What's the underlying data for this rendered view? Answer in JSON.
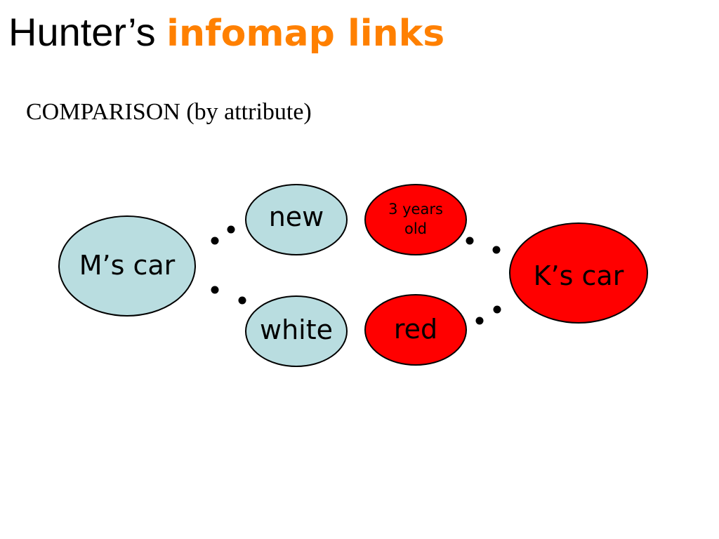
{
  "slide": {
    "title_plain": "Hunter’s",
    "title_accent": "infomap links",
    "subtitle": "COMPARISON (by attribute)"
  },
  "colors": {
    "title_accent": "#ff8000",
    "node_light": "#b9dde0",
    "node_red": "#ff0000",
    "outline": "#000000"
  },
  "nodes": {
    "m_car": {
      "label": "M’s car"
    },
    "new": {
      "label": "new"
    },
    "white": {
      "label": "white"
    },
    "three_years_old": {
      "label_line1": "3 years",
      "label_line2": "old"
    },
    "red": {
      "label": "red"
    },
    "k_car": {
      "label": "K’s car"
    }
  }
}
